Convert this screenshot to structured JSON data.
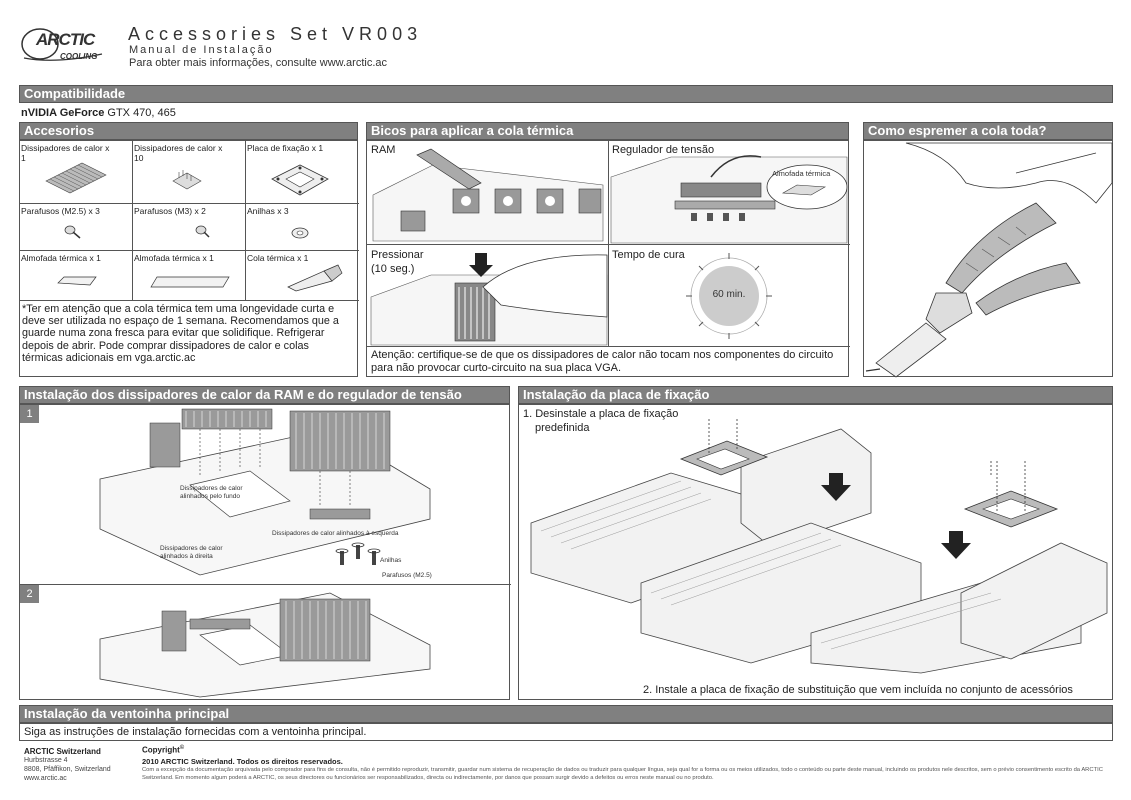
{
  "header": {
    "logo_top": "ARCTIC",
    "logo_bottom": "COOLING",
    "title": "Accessories Set VR003",
    "subtitle": "Manual de Instalação",
    "info": "Para obter mais informações, consulte www.arctic.ac"
  },
  "compat": {
    "title": "Compatibilidade",
    "brand": "nVIDIA GeForce",
    "models": " GTX 470, 465"
  },
  "accesorios": {
    "title": "Accesorios",
    "items": [
      {
        "label": "Dissipadores de calor x 1"
      },
      {
        "label": "Dissipadores de calor x 10"
      },
      {
        "label": "Placa de fixação x 1"
      },
      {
        "label": "Parafusos (M2.5) x 3"
      },
      {
        "label": "Parafusos (M3) x 2"
      },
      {
        "label": "Anilhas x 3"
      },
      {
        "label": "Almofada térmica x 1"
      },
      {
        "label": "Almofada térmica x 1"
      },
      {
        "label": "Cola térmica x 1"
      }
    ],
    "note": "*Ter em atenção que a cola térmica tem uma longevidade curta e deve ser utilizada no espaço de 1 semana. Recomendamos que a guarde numa zona fresca para evitar que solidifique. Refrigerar depois de abrir. Pode comprar dissipadores de calor e colas térmicas adicionais em vga.arctic.ac"
  },
  "bicos": {
    "title": "Bicos para aplicar a cola térmica",
    "ram": "RAM",
    "regulador": "Regulador de tensão",
    "almofada": "Almofada térmica",
    "pressionar": "Pressionar",
    "pressionar_time": "(10 seg.)",
    "tempo": "Tempo de cura",
    "clock": "60 min.",
    "atencao": "Atenção: certifique-se de que os dissipadores de calor não tocam nos componentes do circuito para não provocar curto-circuito na sua placa VGA."
  },
  "espremer": {
    "title": "Como espremer a cola toda?"
  },
  "instalacao_ram": {
    "title": "Instalação dos dissipadores de calor da RAM e do regulador de tensão",
    "step1": "1",
    "step2": "2",
    "label_fundo": "Dissipadores de calor alinhados pelo fundo",
    "label_esquerda": "Dissipadores de calor alinhados à esquerda",
    "label_direita": "Dissipadores de calor alinhados à direita",
    "label_anilhas": "Anilhas",
    "label_parafusos": "Parafusos (M2.5)"
  },
  "instalacao_placa": {
    "title": "Instalação da placa de fixação",
    "step1": "1. Desinstale a placa de fixação predefinida",
    "step2": "2. Instale a placa de fixação de substituição que vem incluída no conjunto de acessórios"
  },
  "ventoinha": {
    "title": "Instalação da ventoinha principal",
    "text": "Siga as instruções de instalação fornecidas com a ventoinha principal."
  },
  "footer": {
    "company": "ARCTIC Switzerland",
    "address1": "Hurbstrasse 4",
    "address2": "8808, Pfäffikon, Switzerland",
    "web": "www.arctic.ac",
    "copyright_label": "Copyright",
    "copyright_line": "2010 ARCTIC Switzerland. Todos os direitos reservados.",
    "legal": "Com a excepção da documentação arquivada pelo comprador para fins de consulta, não é permitido reproduzir, transmitir, guardar num sistema de recuperação de dados ou traduzir para qualquer língua, seja qual for a forma ou os meios utilizados, todo o conteúdo ou parte deste manual, incluindo os produtos nele descritos, sem o prévio consentimento escrito da ARCTIC Switzerland. Em momento algum poderá a ARCTIC, os seus directores ou funcionários ser responsabilizados, directa ou indirectamente, por danos que possam surgir devido a defeitos ou erros neste manual ou no produto."
  }
}
